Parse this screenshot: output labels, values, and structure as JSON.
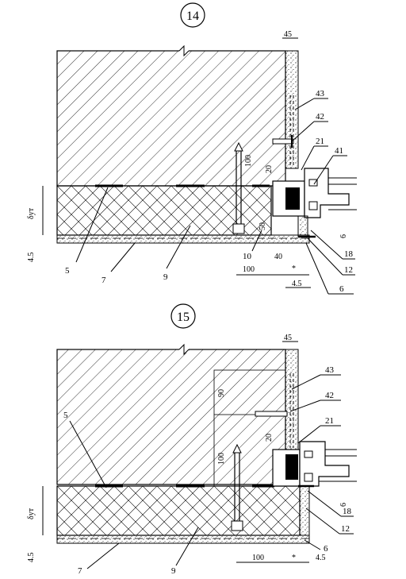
{
  "details": [
    {
      "title": "14",
      "dims": {
        "d45": "45",
        "d100v": "100",
        "d20": "20",
        "d50": "50",
        "d40": "40",
        "d100h": "100",
        "d45b": "4.5",
        "dstar": "*",
        "d6": "6",
        "dleft45": "4.5",
        "dyt": "δут"
      },
      "labels": [
        "43",
        "42",
        "21",
        "41",
        "5",
        "7",
        "9",
        "10",
        "18",
        "12",
        "6"
      ]
    },
    {
      "title": "15",
      "dims": {
        "d45": "45",
        "d90": "90",
        "d100v": "100",
        "d20": "20",
        "d100h": "100",
        "d45b": "4.5",
        "dstar": "*",
        "d6": "6",
        "dleft45": "4.5",
        "dyt": "δут"
      },
      "labels": [
        "43",
        "42",
        "21",
        "5",
        "7",
        "9",
        "18",
        "12",
        "6"
      ]
    }
  ]
}
